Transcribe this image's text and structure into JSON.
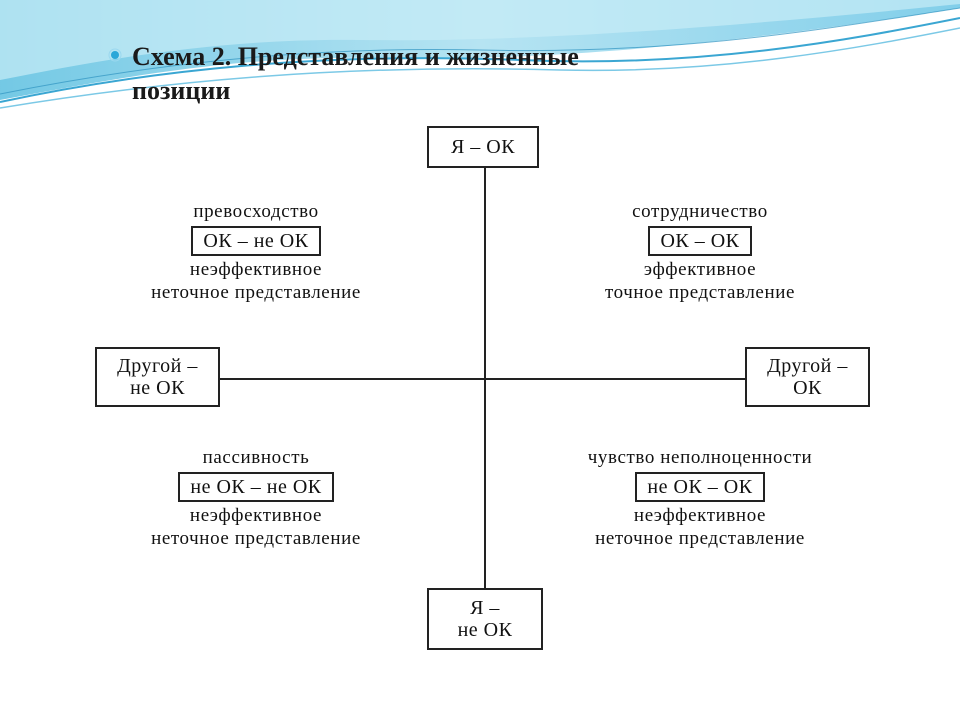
{
  "slide": {
    "title_line1": "Схема 2. Представления и жизненные",
    "title_line2": "позиции",
    "accent_color": "#4fb3d9",
    "bullet_icon": "round-bullet"
  },
  "diagram": {
    "top_box": "Я – ОК",
    "bottom_box": {
      "line1": "Я –",
      "line2": "не ОК"
    },
    "left_box": {
      "line1": "Другой –",
      "line2": "не ОК"
    },
    "right_box": {
      "line1": "Другой –",
      "line2": "ОК"
    },
    "quadrants": {
      "top_left": {
        "heading": "превосходство",
        "position": "ОК – не ОК",
        "effect": "неэффективное",
        "representation": "неточное представление"
      },
      "top_right": {
        "heading": "сотрудничество",
        "position": "ОК – ОК",
        "effect": "эффективное",
        "representation": "точное представление"
      },
      "bottom_left": {
        "heading": "пассивность",
        "position": "не ОК – не ОК",
        "effect": "неэффективное",
        "representation": "неточное представление"
      },
      "bottom_right": {
        "heading": "чувство неполноценности",
        "position": "не ОК – ОК",
        "effect": "неэффективное",
        "representation": "неточное представление"
      }
    }
  }
}
